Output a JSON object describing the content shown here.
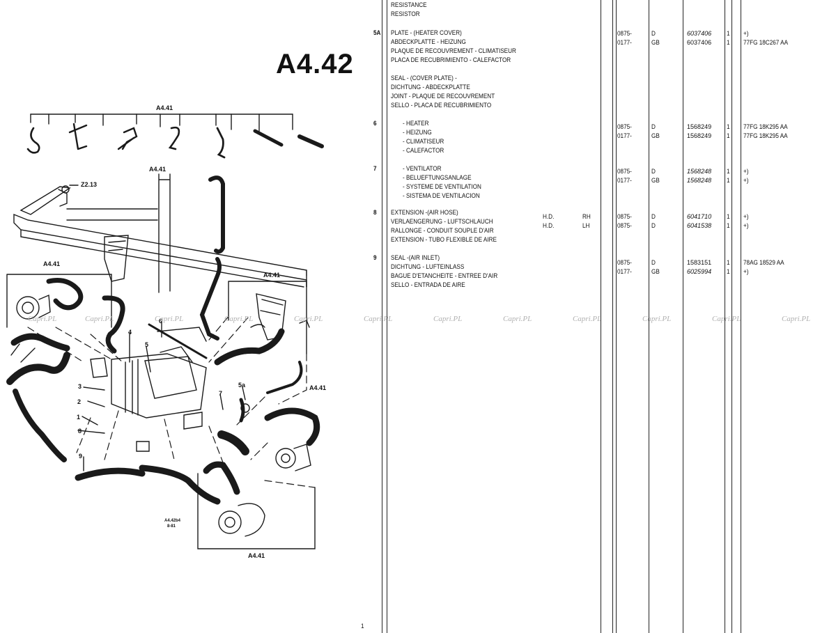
{
  "page": {
    "title": "A4.42",
    "diagram_labels": {
      "top_ref": "A4.41",
      "mid_ref": "A4.41",
      "left_ref": "A4.41",
      "right_ref": "A4.41",
      "side_ref": "A4.41",
      "bottom_ref": "A4.41",
      "z_ref": "Z2.13",
      "figure_code": "A4.42b4",
      "figure_sub": "8-81",
      "n1": "1",
      "n2": "2",
      "n3": "3",
      "n4": "4",
      "n5": "5",
      "n5a": "5a",
      "n6": "6",
      "n7": "7",
      "n8": "8",
      "n9": "9"
    },
    "watermark": "Capri.PL"
  },
  "parts": {
    "pre": {
      "lines": [
        "RESISTANCE",
        "RESISTOR"
      ]
    },
    "items": [
      {
        "ref": "5A",
        "lines": [
          "PLATE - (HEATER COVER)",
          "ABDECKPLATTE - HEIZUNG",
          "PLAQUE DE RECOUVREMENT - CLIMATISEUR",
          "PLACA DE RECUBRIMIENTO - CALEFACTOR"
        ],
        "entries": [
          {
            "range": "0875-",
            "cc": "D",
            "pn": "6037406",
            "qty": "1",
            "rem": "+)"
          },
          {
            "range": "0177-",
            "cc": "GB",
            "pn": "6037406",
            "qty": "1",
            "rem": "77FG 18C267 AA"
          }
        ]
      },
      {
        "ref": "",
        "lines": [
          "SEAL - (COVER PLATE) -",
          "DICHTUNG - ABDECKPLATTE",
          "JOINT - PLAQUE DE RECOUVREMENT",
          "SELLO - PLACA DE RECUBRIMIENTO"
        ],
        "entries": []
      },
      {
        "ref": "6",
        "lines": [
          "- HEATER",
          "- HEIZUNG",
          "- CLIMATISEUR",
          "- CALEFACTOR"
        ],
        "entries": [
          {
            "range": "0875-",
            "cc": "D",
            "pn": "1568249",
            "qty": "1",
            "rem": "77FG 18K295 AA"
          },
          {
            "range": "0177-",
            "cc": "GB",
            "pn": "1568249",
            "qty": "1",
            "rem": "77FG 18K295 AA"
          }
        ]
      },
      {
        "ref": "7",
        "lines": [
          "- VENTILATOR",
          "- BELUEFTUNGSANLAGE",
          "- SYSTEME DE VENTILATION",
          "- SISTEMA DE VENTILACION"
        ],
        "entries": [
          {
            "range": "0875-",
            "cc": "D",
            "pn": "1568248",
            "qty": "1",
            "rem": "+)"
          },
          {
            "range": "0177-",
            "cc": "GB",
            "pn": "1568248",
            "qty": "1",
            "rem": "+)"
          }
        ]
      },
      {
        "ref": "8",
        "lines": [
          "EXTENSION -(AIR HOSE)",
          "VERLAENGERUNG - LUFTSCHLAUCH",
          "RALLONGE - CONDUIT SOUPLE D'AIR",
          "EXTENSION - TUBO FLEXIBLE DE AIRE"
        ],
        "entries": [
          {
            "side1": "H.D.",
            "side2": "RH",
            "range": "0875-",
            "cc": "D",
            "pn": "6041710",
            "qty": "1",
            "rem": "+)"
          },
          {
            "side1": "H.D.",
            "side2": "LH",
            "range": "0875-",
            "cc": "D",
            "pn": "6041538",
            "qty": "1",
            "rem": "+)"
          }
        ]
      },
      {
        "ref": "9",
        "lines": [
          "SEAL -(AIR INLET)",
          "DICHTUNG - LUFTEINLASS",
          "BAGUE D'ETANCHEITE - ENTREE D'AIR",
          "SELLO - ENTRADA DE AIRE"
        ],
        "entries": [
          {
            "range": "0875-",
            "cc": "D",
            "pn": "1583151",
            "qty": "1",
            "rem": "78AG 18529 AA"
          },
          {
            "range": "0177-",
            "cc": "GB",
            "pn": "6025994",
            "qty": "1",
            "rem": "+)"
          }
        ]
      }
    ]
  },
  "page_marker": "1"
}
